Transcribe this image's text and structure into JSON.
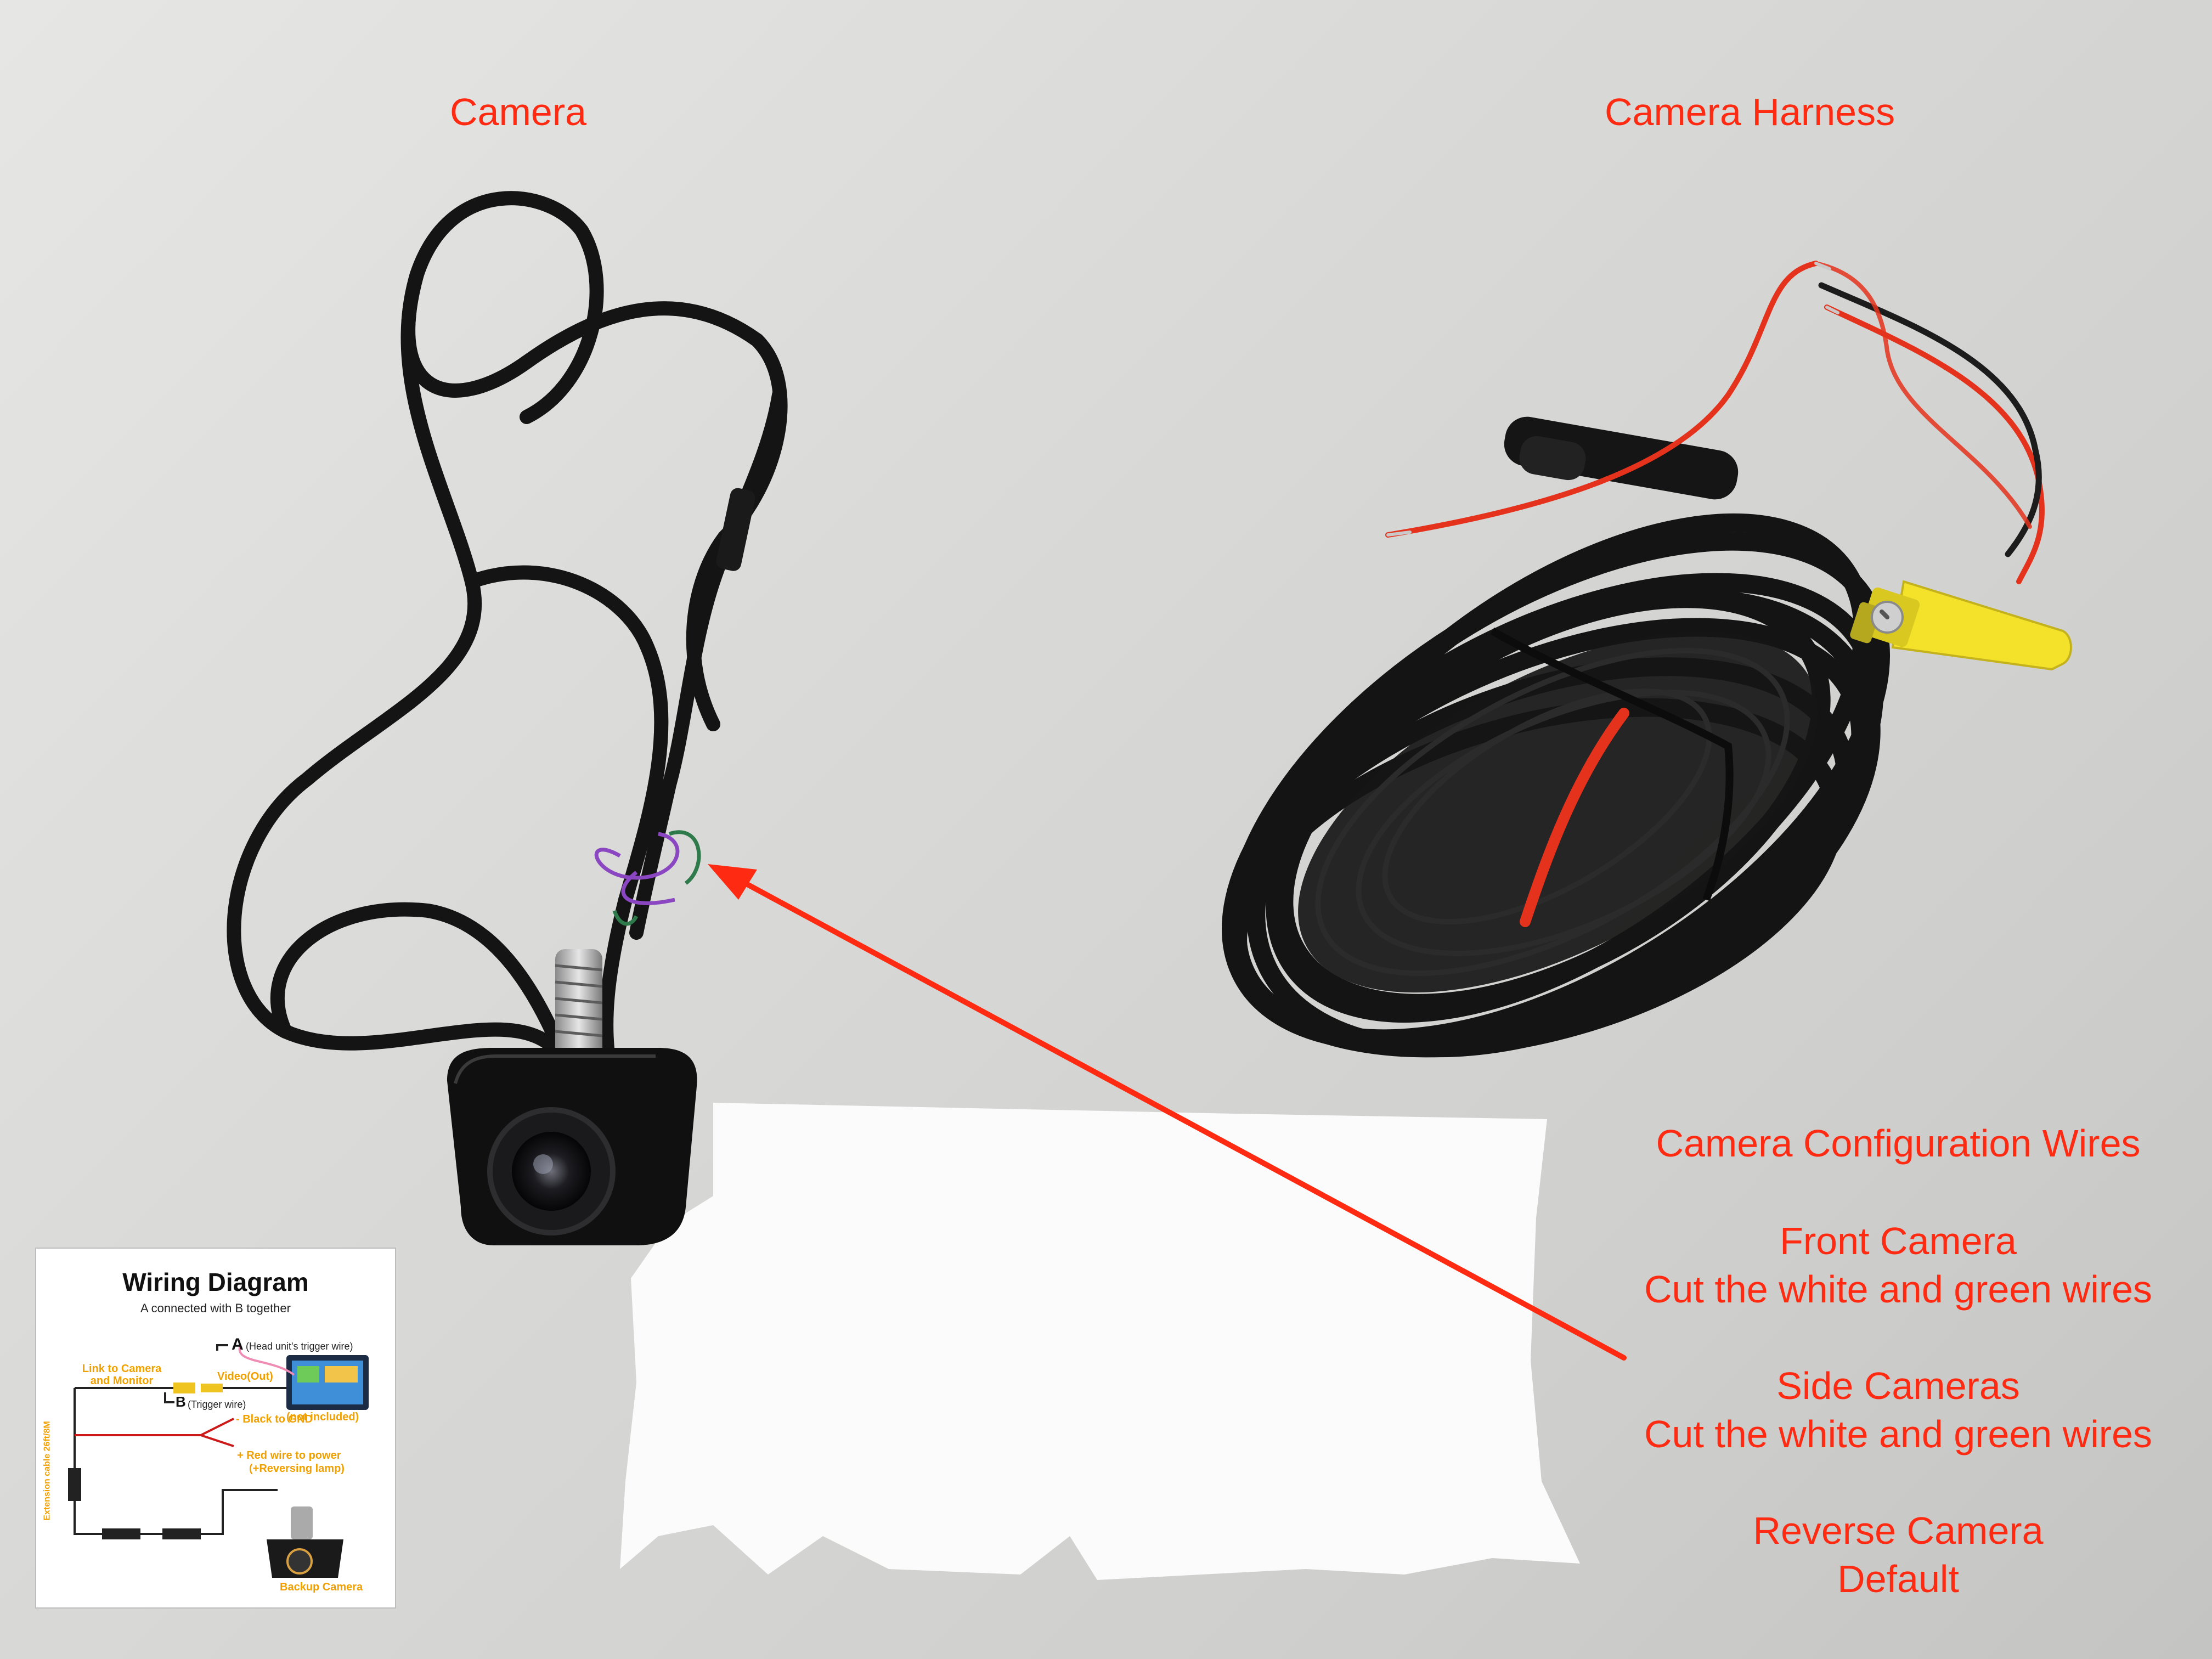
{
  "labels": {
    "camera": "Camera",
    "harness": "Camera Harness"
  },
  "config": {
    "title": "Camera Configuration Wires",
    "front_title": "Front Camera",
    "front_note": "Cut the white and green wires",
    "side_title": "Side Cameras",
    "side_note": "Cut the white and green wires",
    "reverse_title": "Reverse Camera",
    "reverse_note": "Default"
  },
  "diagram": {
    "title": "Wiring Diagram",
    "subtitle": "A connected with B together",
    "a_label": "A",
    "a_note": "(Head unit's trigger wire)",
    "link_label": "Link to Camera and Monitor",
    "video_label": "Video(Out)",
    "b_label": "B",
    "b_note": "(Trigger wire)",
    "not_included": "(not included)",
    "black_wire": "- Black to GND",
    "red_wire": "+ Red wire to power",
    "reversing_lamp": "(+Reversing lamp)",
    "extension_cable": "Extension cable 26ft/8M",
    "backup_camera": "Backup Camera"
  },
  "colors": {
    "annotation_red": "#ff2a12",
    "cable_black": "#141414",
    "connector_yellow": "#f4e12a",
    "diagram_orange": "#f0a000"
  }
}
